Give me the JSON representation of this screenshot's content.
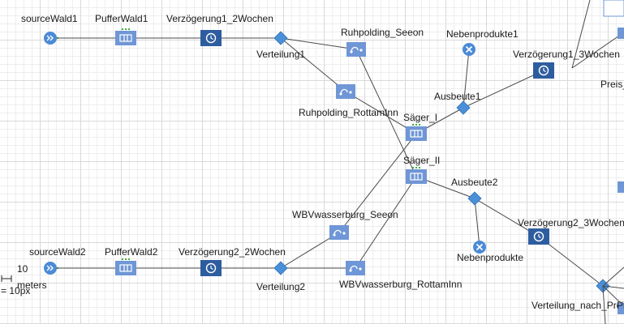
{
  "nodes": [
    {
      "id": "sourceWald1",
      "label": "sourceWald1",
      "type": "source"
    },
    {
      "id": "PufferWald1",
      "label": "PufferWald1",
      "type": "queue"
    },
    {
      "id": "Verz1_2W",
      "label": "Verzögerung1_2Wochen",
      "type": "delay"
    },
    {
      "id": "Verteilung1",
      "label": "Verteilung1",
      "type": "select"
    },
    {
      "id": "RuhSeeon",
      "label": "Ruhpolding_Seeon",
      "type": "move"
    },
    {
      "id": "RuhRottam",
      "label": "Ruhpolding_RottamInn",
      "type": "move"
    },
    {
      "id": "SaegerI",
      "label": "Säger_I",
      "type": "queue"
    },
    {
      "id": "SaegerII",
      "label": "Säger_II",
      "type": "queue"
    },
    {
      "id": "Nebenprodukte1",
      "label": "Nebenprodukte1",
      "type": "sink"
    },
    {
      "id": "Ausbeute1",
      "label": "Ausbeute1",
      "type": "select"
    },
    {
      "id": "Verz1_3W",
      "label": "Verzögerung1_3Wochen",
      "type": "delay"
    },
    {
      "id": "Ausbeute2",
      "label": "Ausbeute2",
      "type": "select"
    },
    {
      "id": "Nebenprodukte",
      "label": "Nebenprodukte",
      "type": "sink"
    },
    {
      "id": "Verz2_3W",
      "label": "Verzögerung2_3Wochen",
      "type": "delay"
    },
    {
      "id": "sourceWald2",
      "label": "sourceWald2",
      "type": "source"
    },
    {
      "id": "PufferWald2",
      "label": "PufferWald2",
      "type": "queue"
    },
    {
      "id": "Verz2_2W",
      "label": "Verzögerung2_2Wochen",
      "type": "delay"
    },
    {
      "id": "Verteilung2",
      "label": "Verteilung2",
      "type": "select"
    },
    {
      "id": "WBVSeeon",
      "label": "WBVwasserburg_Seeon",
      "type": "move"
    },
    {
      "id": "WBVRottam",
      "label": "WBVwasserburg_RottamInn",
      "type": "move"
    },
    {
      "id": "VerteilungPreis",
      "label": "Verteilung_nach_Preis",
      "type": "select"
    }
  ],
  "edges": [
    [
      "sourceWald1",
      "PufferWald1"
    ],
    [
      "PufferWald1",
      "Verz1_2W"
    ],
    [
      "Verz1_2W",
      "Verteilung1"
    ],
    [
      "Verteilung1",
      "RuhSeeon"
    ],
    [
      "Verteilung1",
      "RuhRottam"
    ],
    [
      "RuhSeeon",
      "SaegerII"
    ],
    [
      "RuhRottam",
      "SaegerI"
    ],
    [
      "SaegerI",
      "Ausbeute1"
    ],
    [
      "Ausbeute1",
      "Nebenprodukte1"
    ],
    [
      "Ausbeute1",
      "Verz1_3W"
    ],
    [
      "SaegerII",
      "Ausbeute2"
    ],
    [
      "Ausbeute2",
      "Nebenprodukte"
    ],
    [
      "Ausbeute2",
      "Verz2_3W"
    ],
    [
      "Verz2_3W",
      "VerteilungPreis"
    ],
    [
      "sourceWald2",
      "PufferWald2"
    ],
    [
      "PufferWald2",
      "Verz2_2W"
    ],
    [
      "Verz2_2W",
      "Verteilung2"
    ],
    [
      "Verteilung2",
      "WBVSeeon"
    ],
    [
      "Verteilung2",
      "WBVRottam"
    ],
    [
      "WBVSeeon",
      "SaegerI"
    ],
    [
      "WBVRottam",
      "SaegerII"
    ]
  ],
  "partial_labels": {
    "preis": "Preis_",
    "verteilung_suffix": "Preis"
  },
  "scale": {
    "value": "10",
    "unit": "meters",
    "ratio": "= 10px"
  },
  "colors": {
    "node": "#6f96d6",
    "node_dark": "#2e5d9f",
    "source": "#4b8ad6",
    "diamond": "#4a90d9",
    "edge": "#4a4a4a",
    "grid": "#d9d9d9"
  }
}
